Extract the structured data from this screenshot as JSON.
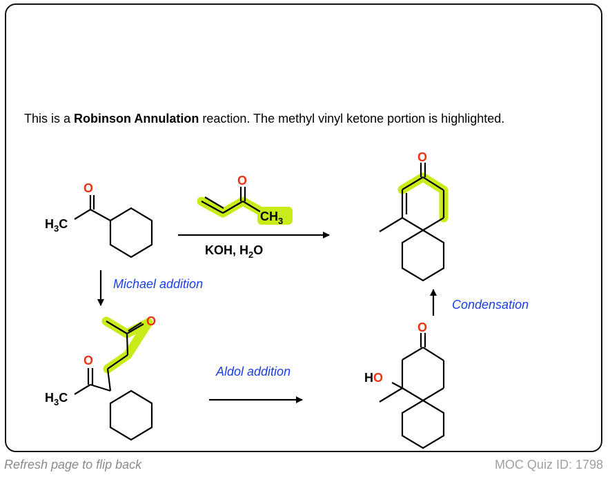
{
  "prompt": {
    "intro": "This is a ",
    "bold": "Robinson Annulation",
    "rest": " reaction. The methyl vinyl ketone portion is highlighted."
  },
  "scheme": {
    "atom_o": "O",
    "h3c_h": "H",
    "h3c_sub": "3",
    "h3c_c": "C",
    "ch3_c": "CH",
    "ch3_sub": "3",
    "reagents_main": "KOH, H",
    "reagents_sub": "2",
    "reagents_tail": "O",
    "ho_h": "H",
    "ho_o": "O",
    "michael": "Michael addition",
    "aldol": "Aldol addition",
    "condensation": "Condensation"
  },
  "colors": {
    "highlight": "#c8ec1a",
    "oxygen": "#ee3311",
    "step_label": "#1a3ee8"
  },
  "footer": {
    "left": "Refresh page to flip back",
    "right": "MOC Quiz ID: 1798"
  }
}
